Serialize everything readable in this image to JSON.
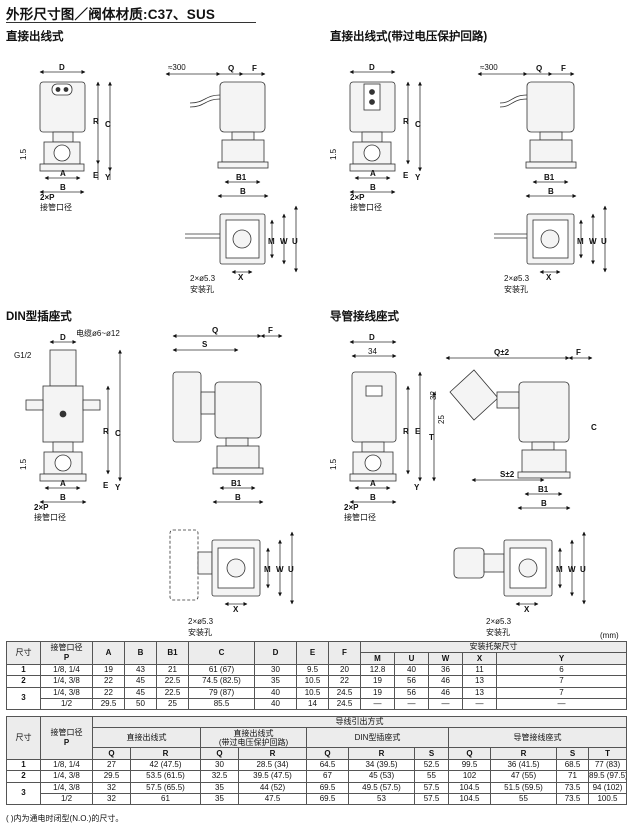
{
  "page_title": "外形尺寸图／阀体材质:C37、SUS",
  "sections": {
    "direct_wire": "直接出线式",
    "direct_wire_protect": "直接出线式(带过电压保护回路)",
    "din": "DIN型插座式",
    "conduit": "导管接线座式"
  },
  "drawing_labels": {
    "D": "D",
    "Q": "Q",
    "F": "F",
    "R": "R",
    "C": "C",
    "A": "A",
    "B": "B",
    "B1": "B1",
    "E": "E",
    "Y": "Y",
    "M": "M",
    "W": "W",
    "U": "U",
    "X": "X",
    "S": "S",
    "T": "T",
    "approx300": "≈300",
    "port_size": "2×P",
    "port_size_cn": "接管口径",
    "mount_hole": "2×ø5.3",
    "mount_hole_cn": "安装孔",
    "offset_15": "1.5",
    "cable": "电缆ø6~ø12",
    "g12": "G1/2",
    "dim_34": "34",
    "dim_32": "32",
    "dim_25": "25",
    "q_tol": "Q±2",
    "s_tol": "S±2"
  },
  "unit": "(mm)",
  "table1": {
    "col_size": "尺寸",
    "col_port_cn": "接管口径",
    "col_port": "P",
    "cols": [
      "A",
      "B",
      "B1",
      "C",
      "D",
      "E",
      "F"
    ],
    "bracket_group": "安装托架尺寸",
    "bracket_cols": [
      "M",
      "U",
      "W",
      "X",
      "Y"
    ],
    "rows": [
      {
        "size": "1",
        "p": "1/8, 1/4",
        "vals": [
          "19",
          "43",
          "21",
          "61 (67)",
          "30",
          "9.5",
          "20",
          "12.8",
          "40",
          "36",
          "11",
          "6"
        ]
      },
      {
        "size": "2",
        "p": "1/4, 3/8",
        "vals": [
          "22",
          "45",
          "22.5",
          "74.5 (82.5)",
          "35",
          "10.5",
          "22",
          "19",
          "56",
          "46",
          "13",
          "7"
        ]
      },
      {
        "size": "3",
        "p": "1/4, 3/8",
        "vals": [
          "22",
          "45",
          "22.5",
          "79 (87)",
          "40",
          "10.5",
          "24.5",
          "19",
          "56",
          "46",
          "13",
          "7"
        ]
      },
      {
        "size": "",
        "p": "1/2",
        "vals": [
          "29.5",
          "50",
          "25",
          "85.5",
          "40",
          "14",
          "24.5",
          "—",
          "—",
          "—",
          "—",
          "—"
        ]
      }
    ]
  },
  "table2": {
    "col_size": "尺寸",
    "col_port_cn": "接管口径",
    "col_port": "P",
    "group": "导线引出方式",
    "subgroups": [
      "直接出线式",
      "直接出线式\n(带过电压保护回路)",
      "DIN型插座式",
      "导管接线座式"
    ],
    "cols": [
      "Q",
      "R",
      "Q",
      "R",
      "Q",
      "R",
      "S",
      "Q",
      "R",
      "S",
      "T"
    ],
    "rows": [
      {
        "size": "1",
        "p": "1/8, 1/4",
        "vals": [
          "27",
          "42 (47.5)",
          "30",
          "28.5 (34)",
          "64.5",
          "34 (39.5)",
          "52.5",
          "99.5",
          "36 (41.5)",
          "68.5",
          "77 (83)"
        ]
      },
      {
        "size": "2",
        "p": "1/4, 3/8",
        "vals": [
          "29.5",
          "53.5 (61.5)",
          "32.5",
          "39.5 (47.5)",
          "67",
          "45 (53)",
          "55",
          "102",
          "47 (55)",
          "71",
          "89.5 (97.5)"
        ]
      },
      {
        "size": "3",
        "p": "1/4, 3/8",
        "vals": [
          "32",
          "57.5 (65.5)",
          "35",
          "44 (52)",
          "69.5",
          "49.5 (57.5)",
          "57.5",
          "104.5",
          "51.5 (59.5)",
          "73.5",
          "94 (102)"
        ]
      },
      {
        "size": "",
        "p": "1/2",
        "vals": [
          "32",
          "61",
          "35",
          "47.5",
          "69.5",
          "53",
          "57.5",
          "104.5",
          "55",
          "73.5",
          "100.5"
        ]
      }
    ]
  },
  "footnote": "( )内为通电时闭型(N.O.)的尺寸。"
}
